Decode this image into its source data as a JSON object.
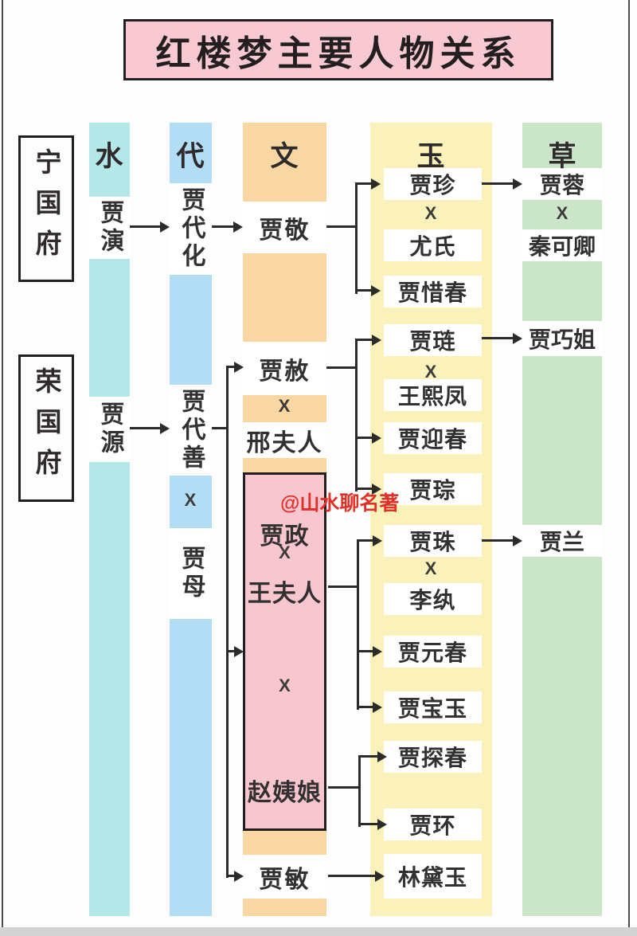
{
  "title": "红楼梦主要人物关系",
  "watermark": "@山水聊名著",
  "symbols": {
    "marriage": "X"
  },
  "houses": [
    {
      "label": "宁国府"
    },
    {
      "label": "荣国府"
    }
  ],
  "columns": [
    {
      "id": "shui",
      "header": "水",
      "color": "#b4e7e8"
    },
    {
      "id": "dai",
      "header": "代",
      "color": "#b3dcf5"
    },
    {
      "id": "wen",
      "header": "文",
      "color": "#f8d7a2"
    },
    {
      "id": "yu",
      "header": "玉",
      "color": "#faf2ba"
    },
    {
      "id": "cao",
      "header": "草",
      "color": "#cbe5c8"
    }
  ],
  "people": {
    "jiayan": "贾演",
    "jiayuan": "贾源",
    "jiadaihua": "贾代化",
    "jiadaishan": "贾代善",
    "jiamu": "贾母",
    "jiajing": "贾敬",
    "jiashe": "贾赦",
    "xingfuren": "邢夫人",
    "jiazheng": "贾政",
    "wangfuren": "王夫人",
    "zhaoyiniang": "赵姨娘",
    "jiamin": "贾敏",
    "jiazhen": "贾珍",
    "youshi": "尤氏",
    "jiaxichun": "贾惜春",
    "jialian": "贾琏",
    "wangxifeng": "王熙凤",
    "jiayingchun": "贾迎春",
    "jiacong": "贾琮",
    "jiazhu": "贾珠",
    "liwan": "李纨",
    "jiayuanchun": "贾元春",
    "jiabaoyu": "贾宝玉",
    "jiatanchun": "贾探春",
    "jiahuan": "贾环",
    "lindaiyu": "林黛玉",
    "jiarong": "贾蓉",
    "qinkeqing": "秦可卿",
    "jiaqiaojie": "贾巧姐",
    "jialan": "贾兰"
  },
  "relationships": {
    "ningguofu_line": [
      "贾演",
      "贾代化",
      "贾敬"
    ],
    "rongguofu_line": [
      "贾源",
      "贾代善"
    ],
    "marriages": [
      [
        "贾代善",
        "贾母"
      ],
      [
        "贾赦",
        "邢夫人"
      ],
      [
        "贾政",
        "王夫人"
      ],
      [
        "贾政",
        "赵姨娘"
      ],
      [
        "贾珍",
        "尤氏"
      ],
      [
        "贾琏",
        "王熙凤"
      ],
      [
        "贾珠",
        "李纨"
      ],
      [
        "贾蓉",
        "秦可卿"
      ]
    ],
    "children": [
      {
        "parent": "贾敬",
        "children": [
          "贾珍",
          "贾惜春"
        ]
      },
      {
        "parent": "贾代善",
        "children": [
          "贾赦",
          "贾政",
          "贾敏"
        ]
      },
      {
        "parent": "贾赦",
        "children": [
          "贾琏",
          "贾迎春",
          "贾琮"
        ]
      },
      {
        "parent": "王夫人",
        "children": [
          "贾珠",
          "贾元春",
          "贾宝玉"
        ]
      },
      {
        "parent": "赵姨娘",
        "children": [
          "贾探春",
          "贾环"
        ]
      },
      {
        "parent": "贾珍",
        "children": [
          "贾蓉"
        ]
      },
      {
        "parent": "贾琏",
        "children": [
          "贾巧姐"
        ]
      },
      {
        "parent": "贾珠",
        "children": [
          "贾兰"
        ]
      },
      {
        "parent": "贾敏",
        "children": [
          "林黛玉"
        ]
      }
    ]
  }
}
